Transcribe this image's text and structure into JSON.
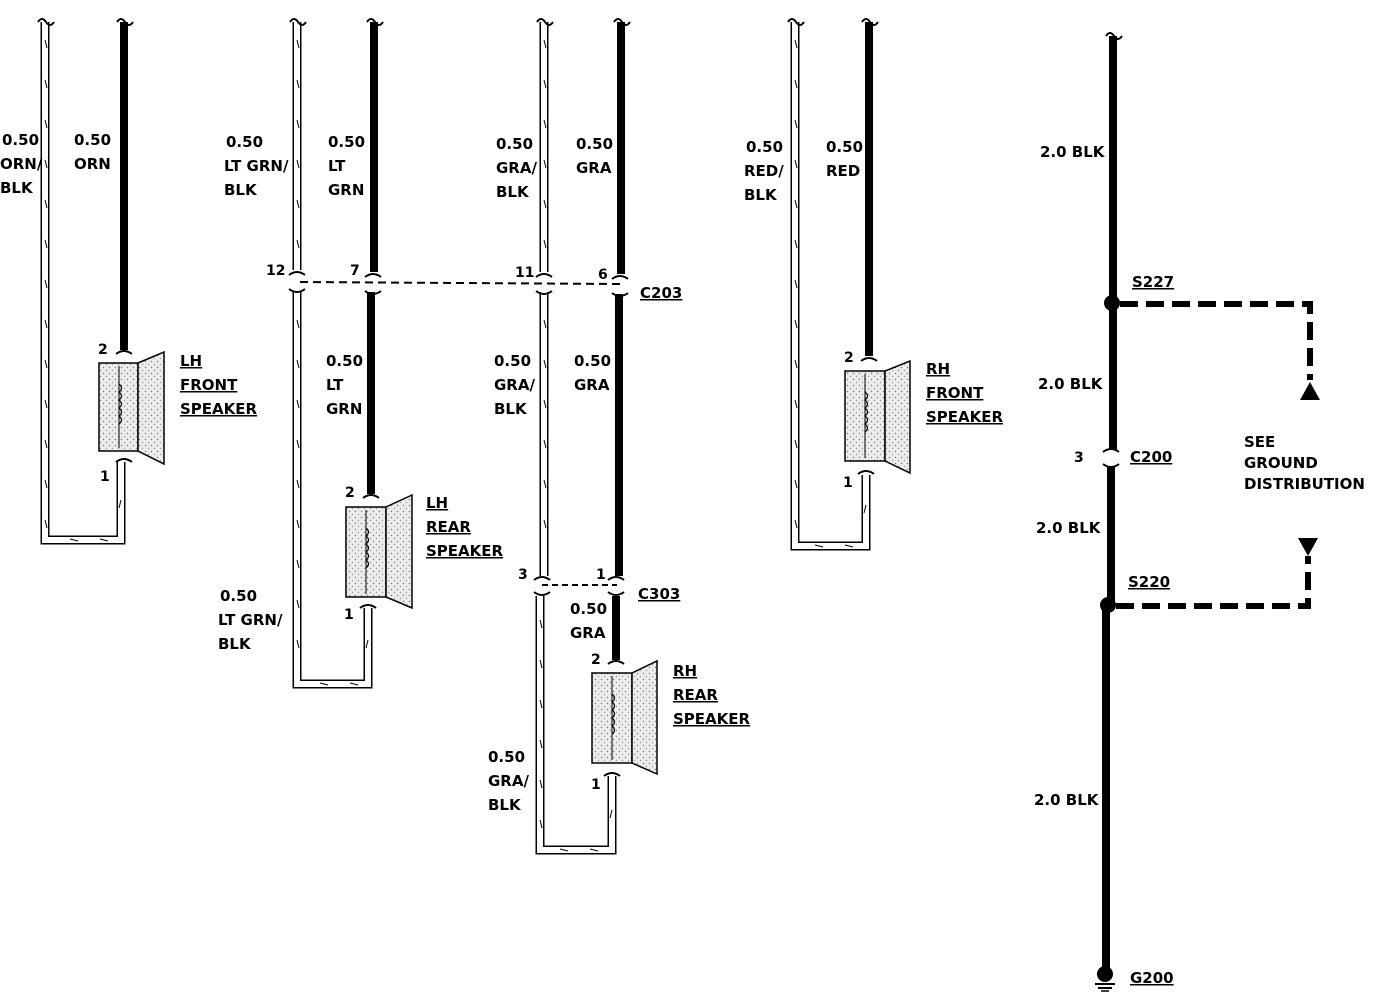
{
  "diagram": {
    "wires": {
      "lf_neg": {
        "gauge": "0.50",
        "color_line1": "ORN/",
        "color_line2": "BLK"
      },
      "lf_pos": {
        "gauge": "0.50",
        "color_line1": "ORN"
      },
      "lr_neg_upper": {
        "gauge": "0.50",
        "color_line1": "LT GRN/",
        "color_line2": "BLK"
      },
      "lr_pos_upper": {
        "gauge": "0.50",
        "color_line1": "LT",
        "color_line2": "GRN"
      },
      "lr_pos_lower": {
        "gauge": "0.50",
        "color_line1": "LT",
        "color_line2": "GRN"
      },
      "lr_neg_lower": {
        "gauge": "0.50",
        "color_line1": "LT GRN/",
        "color_line2": "BLK"
      },
      "rr_neg_upper": {
        "gauge": "0.50",
        "color_line1": "GRA/",
        "color_line2": "BLK"
      },
      "rr_pos_upper": {
        "gauge": "0.50",
        "color_line1": "GRA"
      },
      "rr_neg_mid": {
        "gauge": "0.50",
        "color_line1": "GRA/",
        "color_line2": "BLK"
      },
      "rr_pos_mid": {
        "gauge": "0.50",
        "color_line1": "GRA"
      },
      "rr_pos_lower": {
        "gauge": "0.50",
        "color_line1": "GRA"
      },
      "rr_neg_lower": {
        "gauge": "0.50",
        "color_line1": "GRA/",
        "color_line2": "BLK"
      },
      "rf_neg": {
        "gauge": "0.50",
        "color_line1": "RED/",
        "color_line2": "BLK"
      },
      "rf_pos": {
        "gauge": "0.50",
        "color_line1": "RED"
      },
      "gnd_1": "2.0 BLK",
      "gnd_2": "2.0 BLK",
      "gnd_3": "2.0 BLK",
      "gnd_4": "2.0 BLK"
    },
    "pins": {
      "lf_pos": "2",
      "lf_neg": "1",
      "lr_pos": "2",
      "lr_neg": "1",
      "rr_pos": "2",
      "rr_neg": "1",
      "rf_pos": "2",
      "rf_neg": "1",
      "c203_12": "12",
      "c203_7": "7",
      "c203_11": "11",
      "c203_6": "6",
      "c303_3": "3",
      "c303_1": "1",
      "c200_3": "3"
    },
    "connectors": {
      "c203": "C203",
      "c303": "C303",
      "c200": "C200"
    },
    "splices": {
      "s227": "S227",
      "s220": "S220"
    },
    "ground": {
      "g200": "G200"
    },
    "speakers": {
      "lf": {
        "line1": "LH",
        "line2": "FRONT",
        "line3": "SPEAKER"
      },
      "lr": {
        "line1": "LH",
        "line2": "REAR",
        "line3": "SPEAKER"
      },
      "rr": {
        "line1": "RH",
        "line2": "REAR",
        "line3": "SPEAKER"
      },
      "rf": {
        "line1": "RH",
        "line2": "FRONT",
        "line3": "SPEAKER"
      }
    },
    "note": {
      "line1": "SEE",
      "line2": "GROUND",
      "line3": "DISTRIBUTION"
    },
    "colors": {
      "wire_solid": "#000000",
      "wire_striped": "#ffffff",
      "speaker_fill": "#e4e4e4"
    }
  }
}
